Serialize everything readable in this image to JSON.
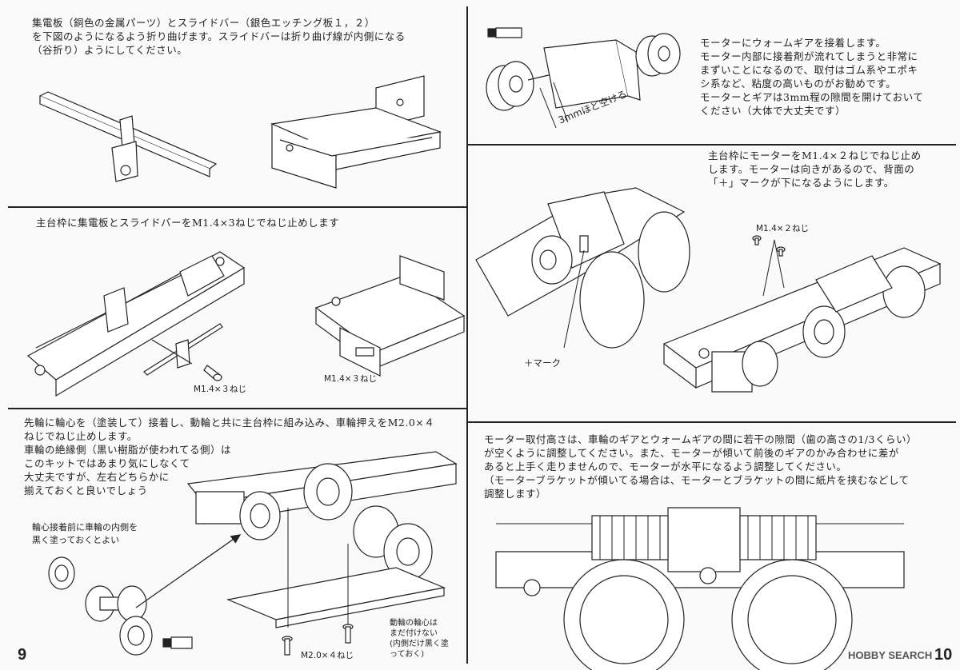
{
  "step1": {
    "text": [
      "集電板（銅色の金属パーツ）とスライドバー（銀色エッチング板１，２）",
      "を下図のようになるよう折り曲げます。スライドバーは折り曲げ線が内側になる",
      "（谷折り）ようにしてください。"
    ]
  },
  "step2": {
    "text": [
      "主台枠に集電板とスライドバーをM1.4×3ねじでねじ止めします"
    ],
    "screw_label_left": "M1.4×３ねじ",
    "screw_label_right": "M1.4×３ねじ"
  },
  "step3": {
    "text": [
      "先輪に輪心を（塗装して）接着し、動輪と共に主台枠に組み込み、車輪押えをM2.0×４",
      "ねじでねじ止めします。",
      "車輪の絶縁側（黒い樹脂が使われてる側）は",
      "このキットではあまり気にしなくて",
      "大丈夫ですが、左右どちらかに",
      "揃えておくと良いでしょう"
    ],
    "note_paint": [
      "輪心接着前に車輪の内側を",
      "黒く塗っておくとよい"
    ],
    "screw_label": "M2.0×４ねじ",
    "note_hub": [
      "動輪の輪心は",
      "まだ付けない",
      "(内側だけ黒く塗",
      "っておく)"
    ]
  },
  "step4": {
    "text": [
      "モーターにウォームギアを接着します。",
      "モーター内部に接着剤が流れてしまうと非常に",
      "まずいことになるので、取付はゴム系やエポキ",
      "シ系など、粘度の高いものがお勧めです。",
      "モーターとギアは3mm程の隙間を開けておいて",
      "ください（大体で大丈夫です）"
    ],
    "gap_label": "3mmほど空ける"
  },
  "step5": {
    "text": [
      "主台枠にモーターをM1.4×２ねじでねじ止め",
      "します。モーターは向きがあるので、背面の",
      "「＋」マークが下になるようにします。"
    ],
    "screw_label": "M1.4×２ねじ",
    "plus_label": "＋マーク"
  },
  "step6": {
    "text": [
      "モーター取付高さは、車輪のギアとウォームギアの間に若干の隙間（歯の高さの1/3くらい）",
      "が空くように調整してください。また、モーターが傾いて前後のギアのかみ合わせに差が",
      "あると上手く走りませんので、モーターが水平になるよう調整してください。",
      "（モーターブラケットが傾いてる場合は、モーターとブラケットの間に紙片を挟むなどして",
      "調整します）"
    ]
  },
  "page_left": "9",
  "page_right": "10",
  "watermark": "HOBBY SEARCH"
}
